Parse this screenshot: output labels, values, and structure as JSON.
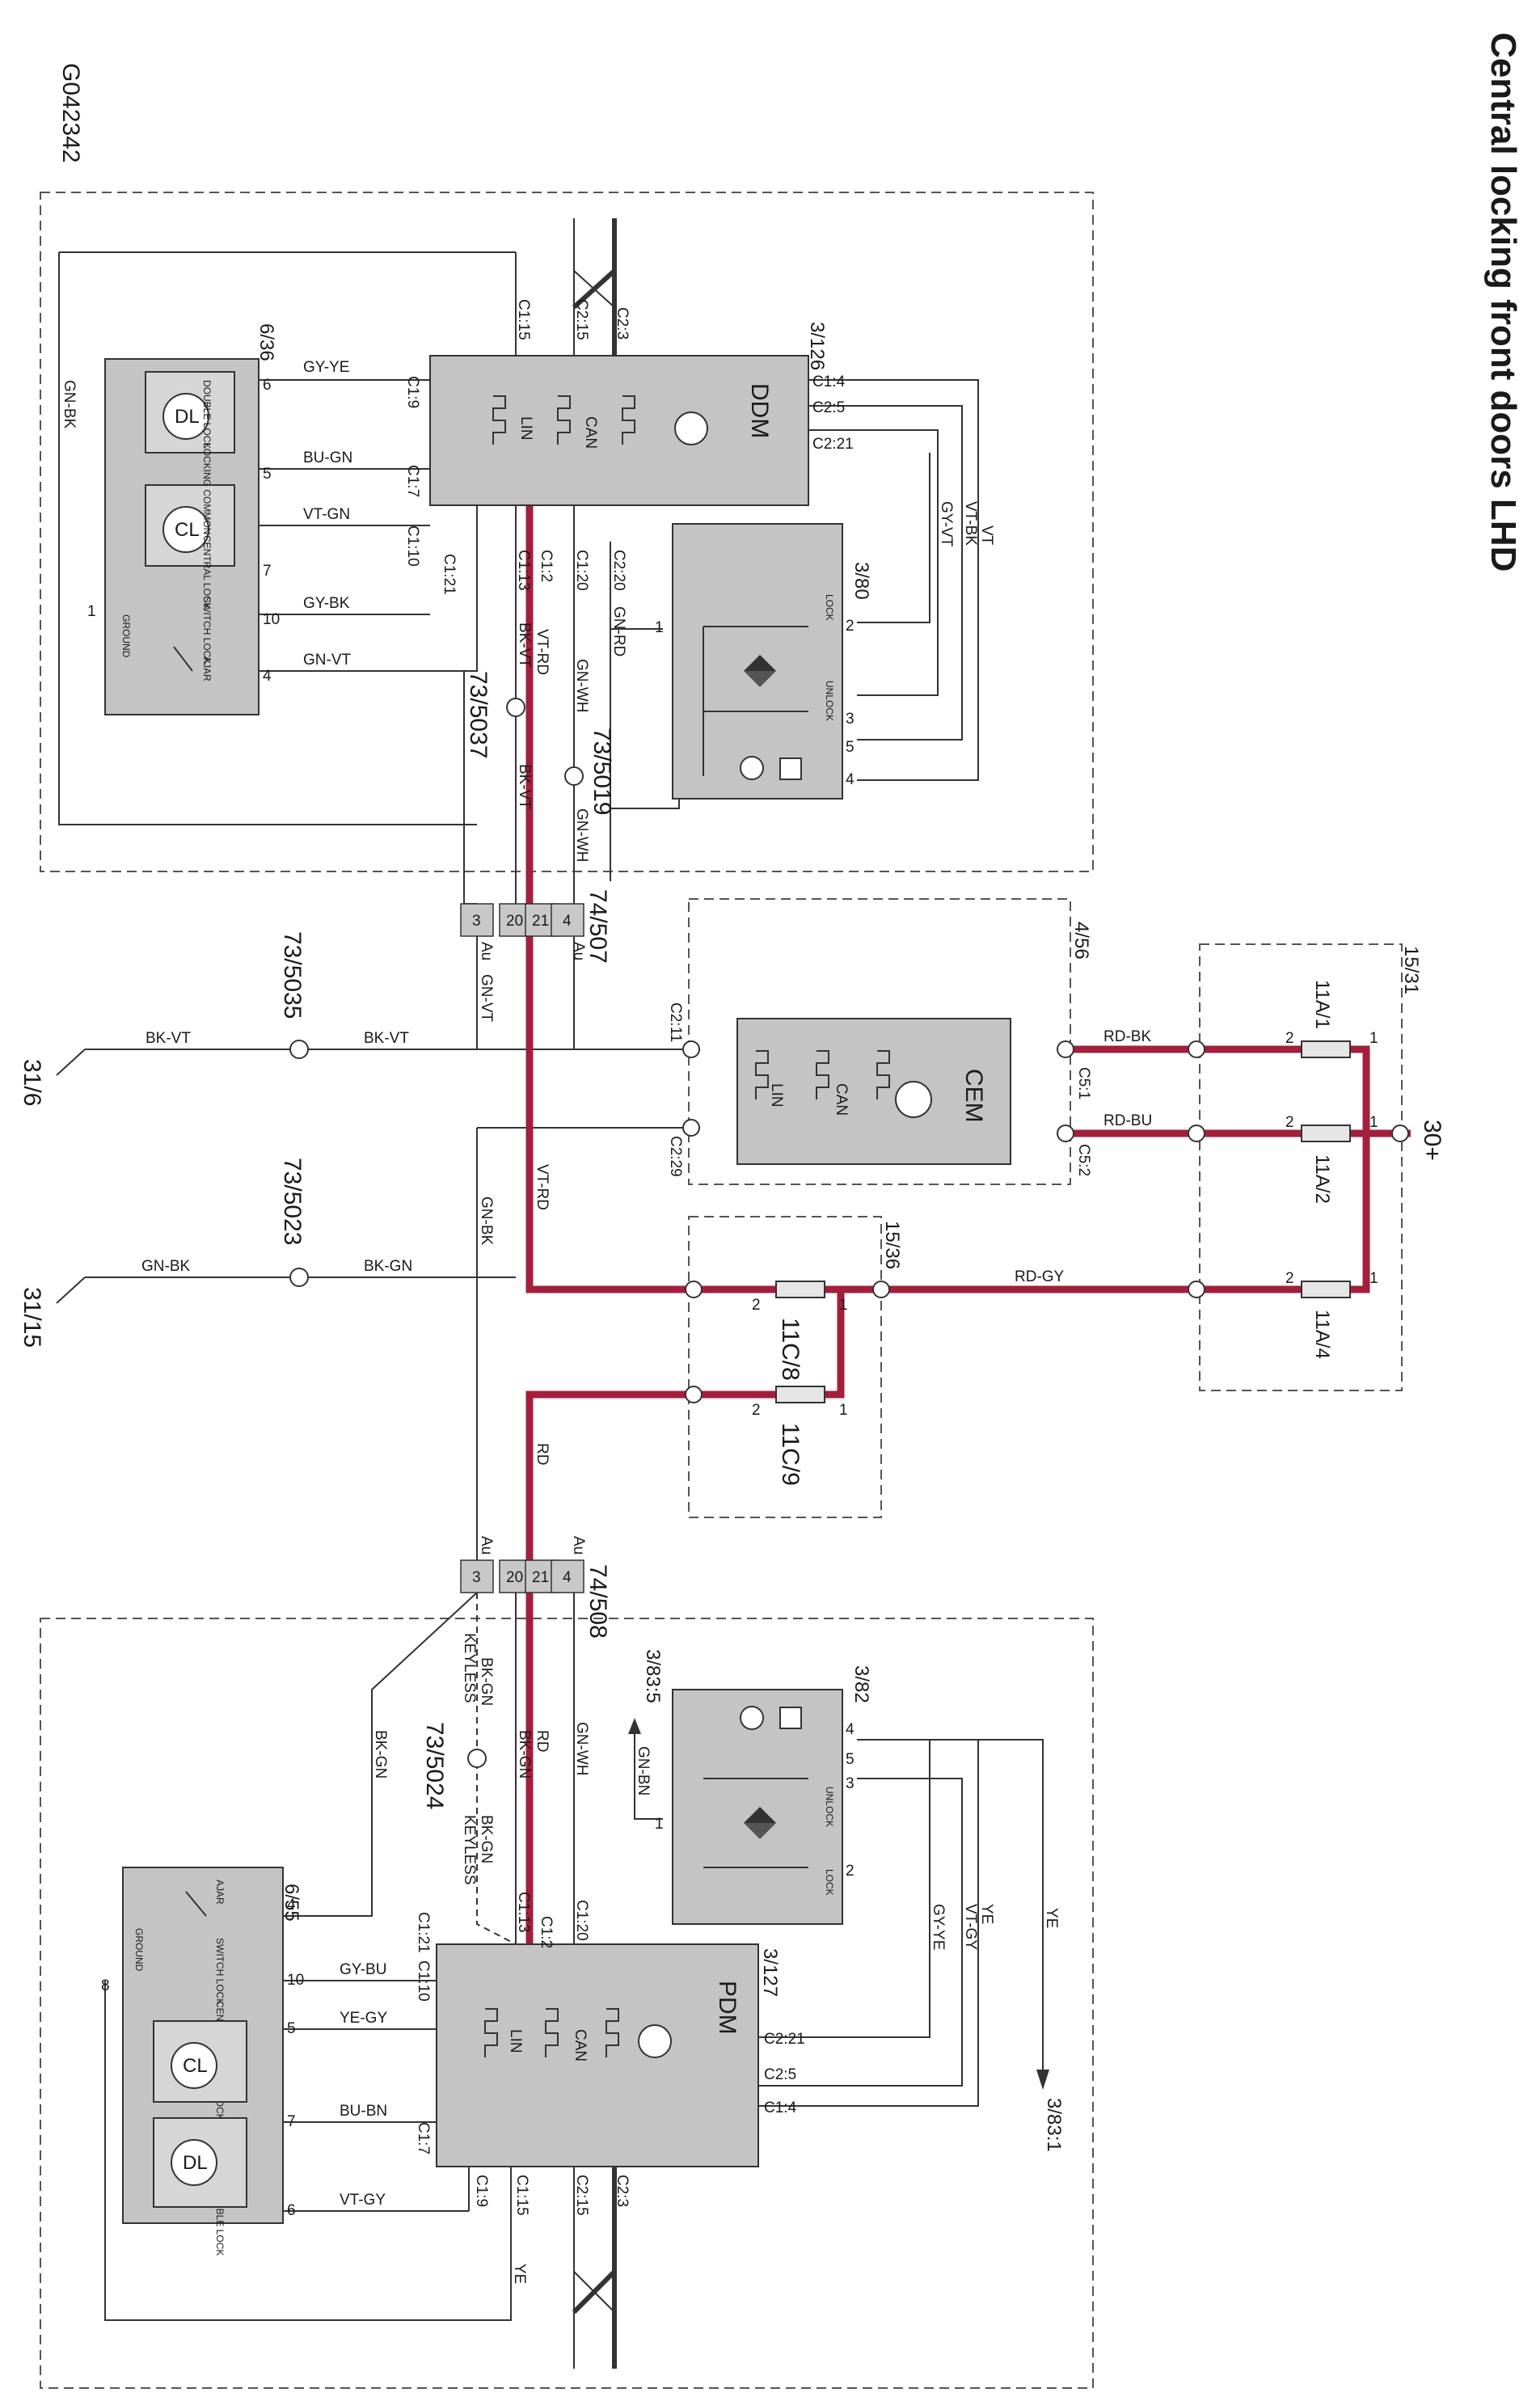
{
  "title": "Central locking front doors LHD",
  "figure_id": "G042342",
  "modules": {
    "ddm": {
      "id": "3/126",
      "name": "DDM"
    },
    "pdm": {
      "id": "3/127",
      "name": "PDM"
    },
    "cem": {
      "id": "4/56",
      "name": "CEM"
    }
  },
  "bus": {
    "lin": "LIN",
    "can": "CAN"
  },
  "locks": {
    "driver_id": "6/36",
    "passenger_id": "6/55",
    "dl": "DL",
    "cl": "CL",
    "double_lock": "DOUBLE LOCK",
    "locking_common": "LOCKING COMMON",
    "central_lock": "CENTRAL LOCK",
    "switch_lock": "SWITCH LOCK",
    "ground": "GROUND",
    "ajar": "AJAR"
  },
  "switches": {
    "driver_id": "3/80",
    "passenger_id": "3/82",
    "lock": "LOCK",
    "unlock": "UNLOCK"
  },
  "connectors": {
    "upper": "74/507",
    "lower": "74/508",
    "au": "Au"
  },
  "splices": {
    "s5037": "73/5037",
    "s5019": "73/5019",
    "s5035": "73/5035",
    "s5023": "73/5023",
    "s5024": "73/5024"
  },
  "fuses": {
    "f11a1": "11A/1",
    "f11a2": "11A/2",
    "f11a4": "11A/4",
    "f11c8": "11C/8",
    "f11c9": "11C/9",
    "box_1531": "15/31",
    "box_1536": "15/36"
  },
  "grounds": {
    "g316": "31/6",
    "g3115": "31/15"
  },
  "supply": "30+",
  "refs": {
    "r3835": "3/83:5",
    "r3831": "3/83:1",
    "keyless": "KEYLESS"
  },
  "pins": {
    "c1_15": "C1:15",
    "c2_15": "C2:15",
    "c2_3": "C2:3",
    "c1_9": "C1:9",
    "c1_7": "C1:7",
    "c1_10": "C1:10",
    "c1_21": "C1:21",
    "c1_13": "C1:13",
    "c1_2": "C1:2",
    "c1_20": "C1:20",
    "c2_20": "C2:20",
    "c1_4": "C1:4",
    "c2_5": "C2:5",
    "c2_21": "C2:21",
    "c2_11": "C2:11",
    "c2_29": "C2:29",
    "c5_1": "C5:1",
    "c5_2": "C5:2"
  },
  "nums": {
    "n1": "1",
    "n2": "2",
    "n3": "3",
    "n4": "4",
    "n5": "5",
    "n6": "6",
    "n7": "7",
    "n8": "8",
    "n10": "10",
    "n20": "20",
    "n21": "21"
  },
  "wires": {
    "gn_bk": "GN-BK",
    "gy_ye": "GY-YE",
    "bu_gn": "BU-GN",
    "vt_gn": "VT-GN",
    "gy_bk": "GY-BK",
    "gn_vt": "GN-VT",
    "bk_vt": "BK-VT",
    "vt_rd": "VT-RD",
    "gn_wh": "GN-WH",
    "gn_rd": "GN-RD",
    "vt": "VT",
    "vt_bk": "VT-BK",
    "gy_vt": "GY-VT",
    "rd_bk": "RD-BK",
    "rd_bu": "RD-BU",
    "rd_gy": "RD-GY",
    "bk_gn": "BK-GN",
    "rd": "RD",
    "gn_bn": "GN-BN",
    "ye": "YE",
    "vt_gy": "VT-GY",
    "gy_bu": "GY-BU",
    "ye_gy": "YE-GY",
    "bu_bn": "BU-BN"
  },
  "colors": {
    "power": "#a31f3c",
    "module_fill": "#c4c4c4",
    "line": "#333333"
  }
}
